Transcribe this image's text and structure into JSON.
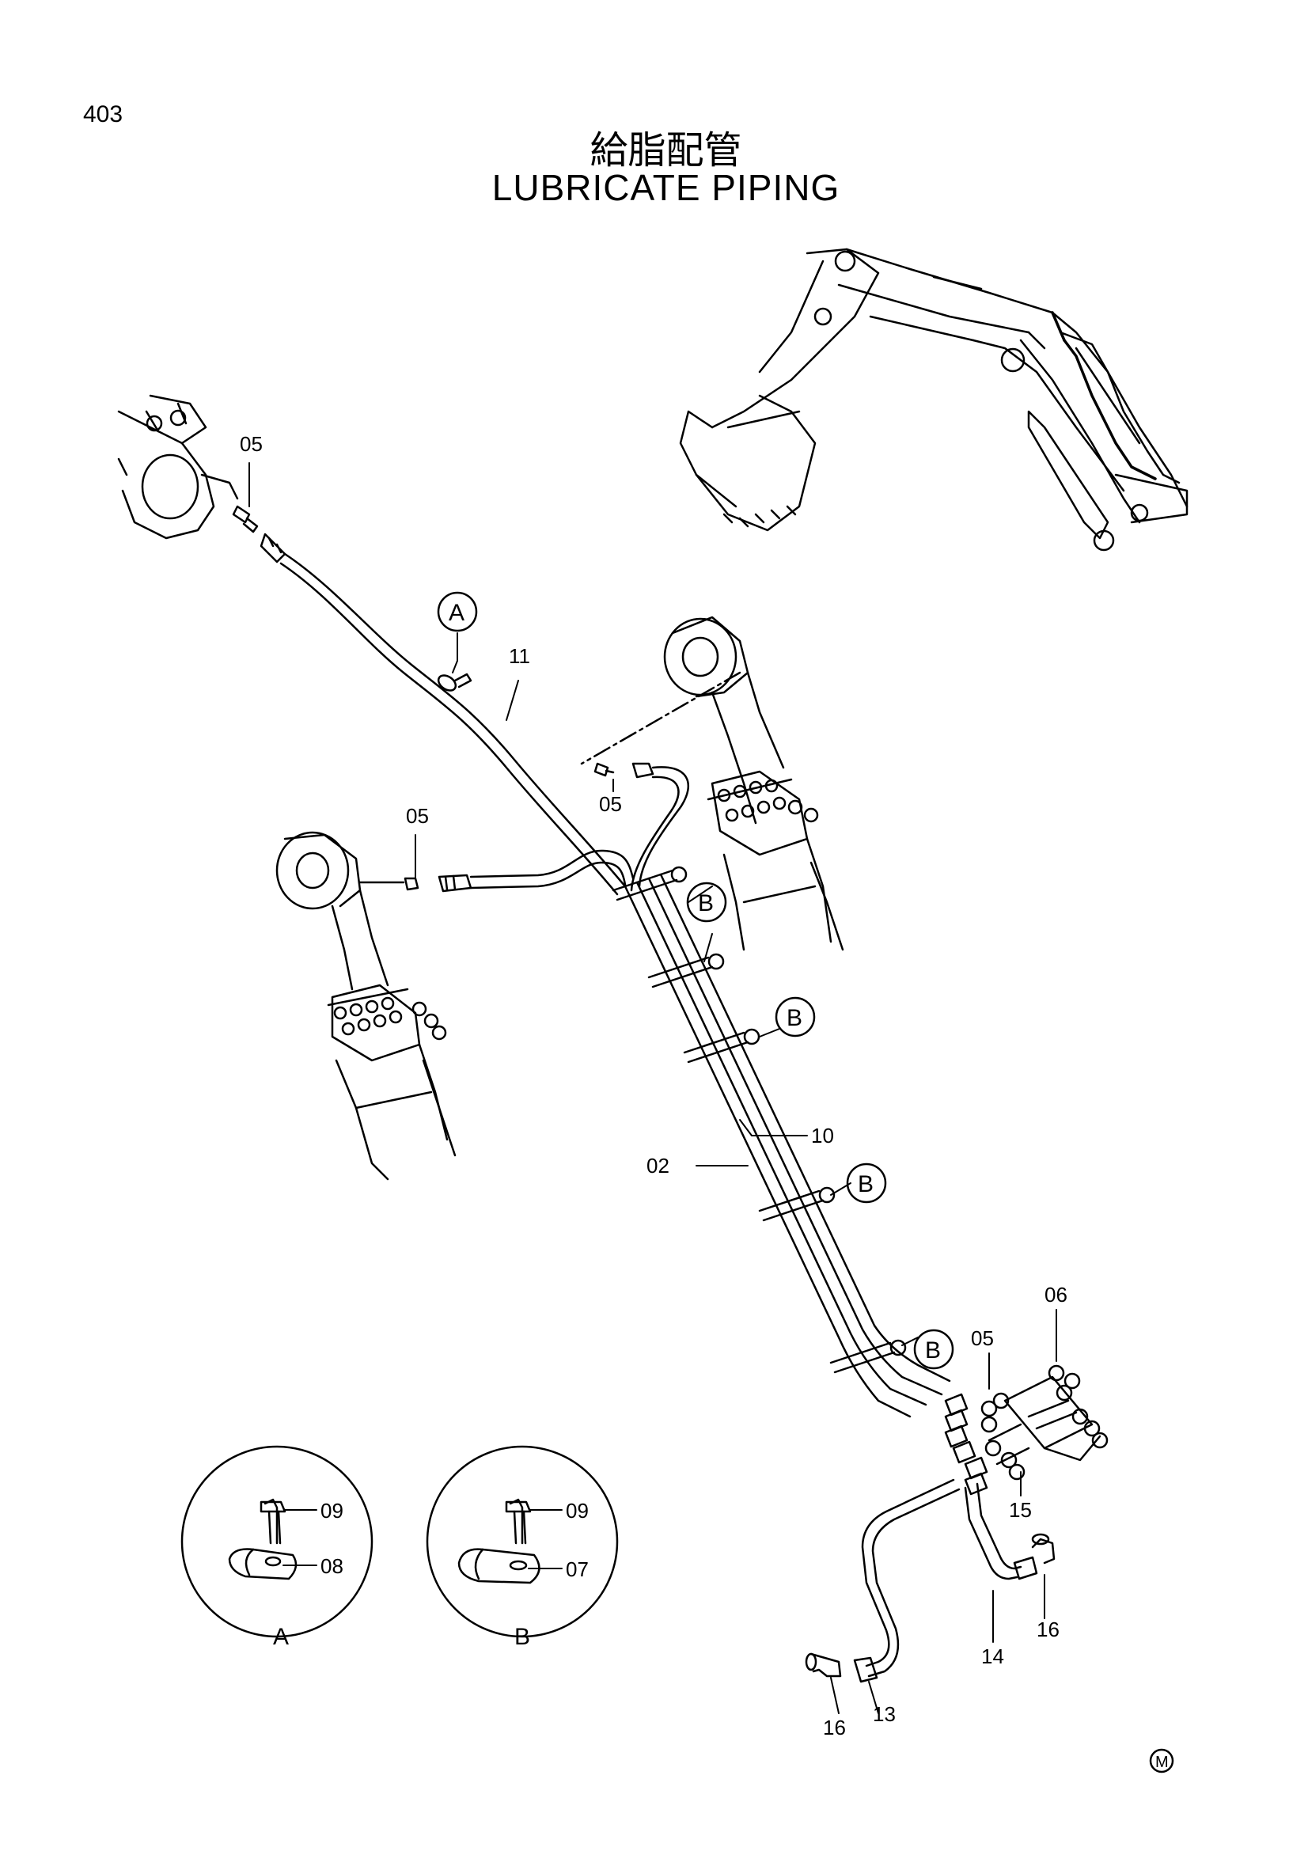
{
  "page_number": "403",
  "title_jp": "給脂配管",
  "title_en": "LUBRICATE PIPING",
  "callouts": {
    "p05_a": "05",
    "p05_b": "05",
    "p05_c": "05",
    "p05_d": "05",
    "p11": "11",
    "p10": "10",
    "p02": "02",
    "p06": "06",
    "p15": "15",
    "p14": "14",
    "p16_a": "16",
    "p16_b": "16",
    "p13": "13"
  },
  "detail_refs": {
    "A": "A",
    "B1": "B",
    "B2": "B",
    "B3": "B",
    "B4": "B"
  },
  "detail_a": {
    "label": "A",
    "bolt": "09",
    "clamp": "08"
  },
  "detail_b": {
    "label": "B",
    "bolt": "09",
    "clamp": "07"
  },
  "corner_mark": "M"
}
